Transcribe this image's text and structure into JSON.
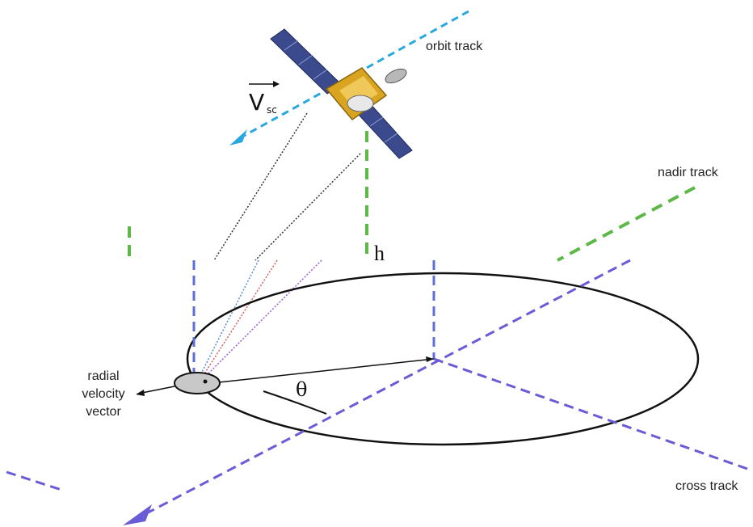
{
  "diagram": {
    "labels": {
      "orbit_track": "orbit track",
      "nadir_track": "nadir track",
      "cross_track": "cross track",
      "altitude": "h",
      "angle": "θ",
      "velocity_symbol": "V",
      "velocity_subscript": "sc",
      "radial_line1": "radial",
      "radial_line2": "velocity",
      "radial_line3": "vector"
    },
    "colors": {
      "orbit_track": "#29a8e0",
      "nadir_track": "#5cb947",
      "cross_track_blue": "#5b6fd6",
      "cross_track_magenta": "#d65bd0",
      "ellipse": "#111111",
      "footprint_fill": "#c8c8c8",
      "solar_panel": "#3a4a8c",
      "satellite_body": "#d9a520"
    },
    "icons": [
      "satellite-icon",
      "radar-footprint-icon",
      "arrowhead-icon"
    ]
  }
}
